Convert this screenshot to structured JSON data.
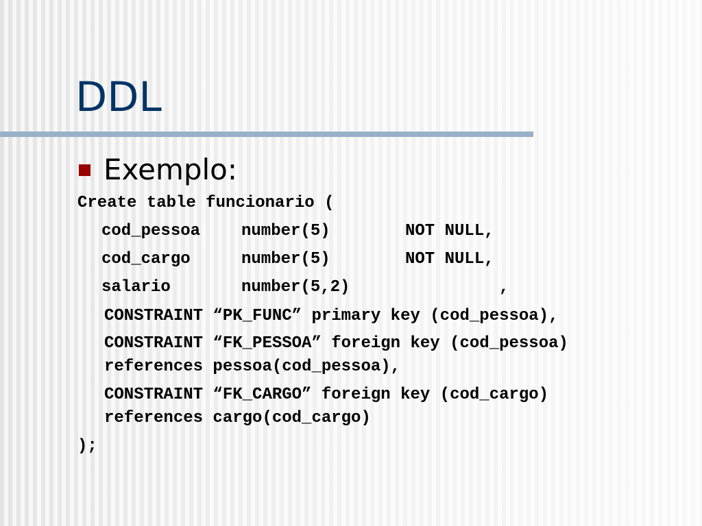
{
  "slide": {
    "title": "DDL",
    "bullet": "Exemplo:",
    "code": {
      "create": "Create table funcionario (",
      "col1_name": "cod_pessoa",
      "col1_type": "number(5)",
      "col1_constraint": "NOT NULL,",
      "col2_name": "cod_cargo",
      "col2_type": "number(5)",
      "col2_constraint": "NOT NULL,",
      "col3_name": "salario",
      "col3_type": "number(5,2)",
      "col3_comma": ",",
      "constraint_pk": "CONSTRAINT “PK_FUNC” primary key (cod_pessoa),",
      "constraint_fk1_line1": "CONSTRAINT “FK_PESSOA” foreign key (cod_pessoa)",
      "constraint_fk1_line2": "references pessoa(cod_pessoa),",
      "constraint_fk2_line1": "CONSTRAINT “FK_CARGO” foreign key (cod_cargo)",
      "constraint_fk2_line2": "references cargo(cod_cargo)",
      "close": ");"
    }
  },
  "colors": {
    "title": "#003366",
    "rule": "#9ab0c9",
    "bullet": "#990000"
  }
}
